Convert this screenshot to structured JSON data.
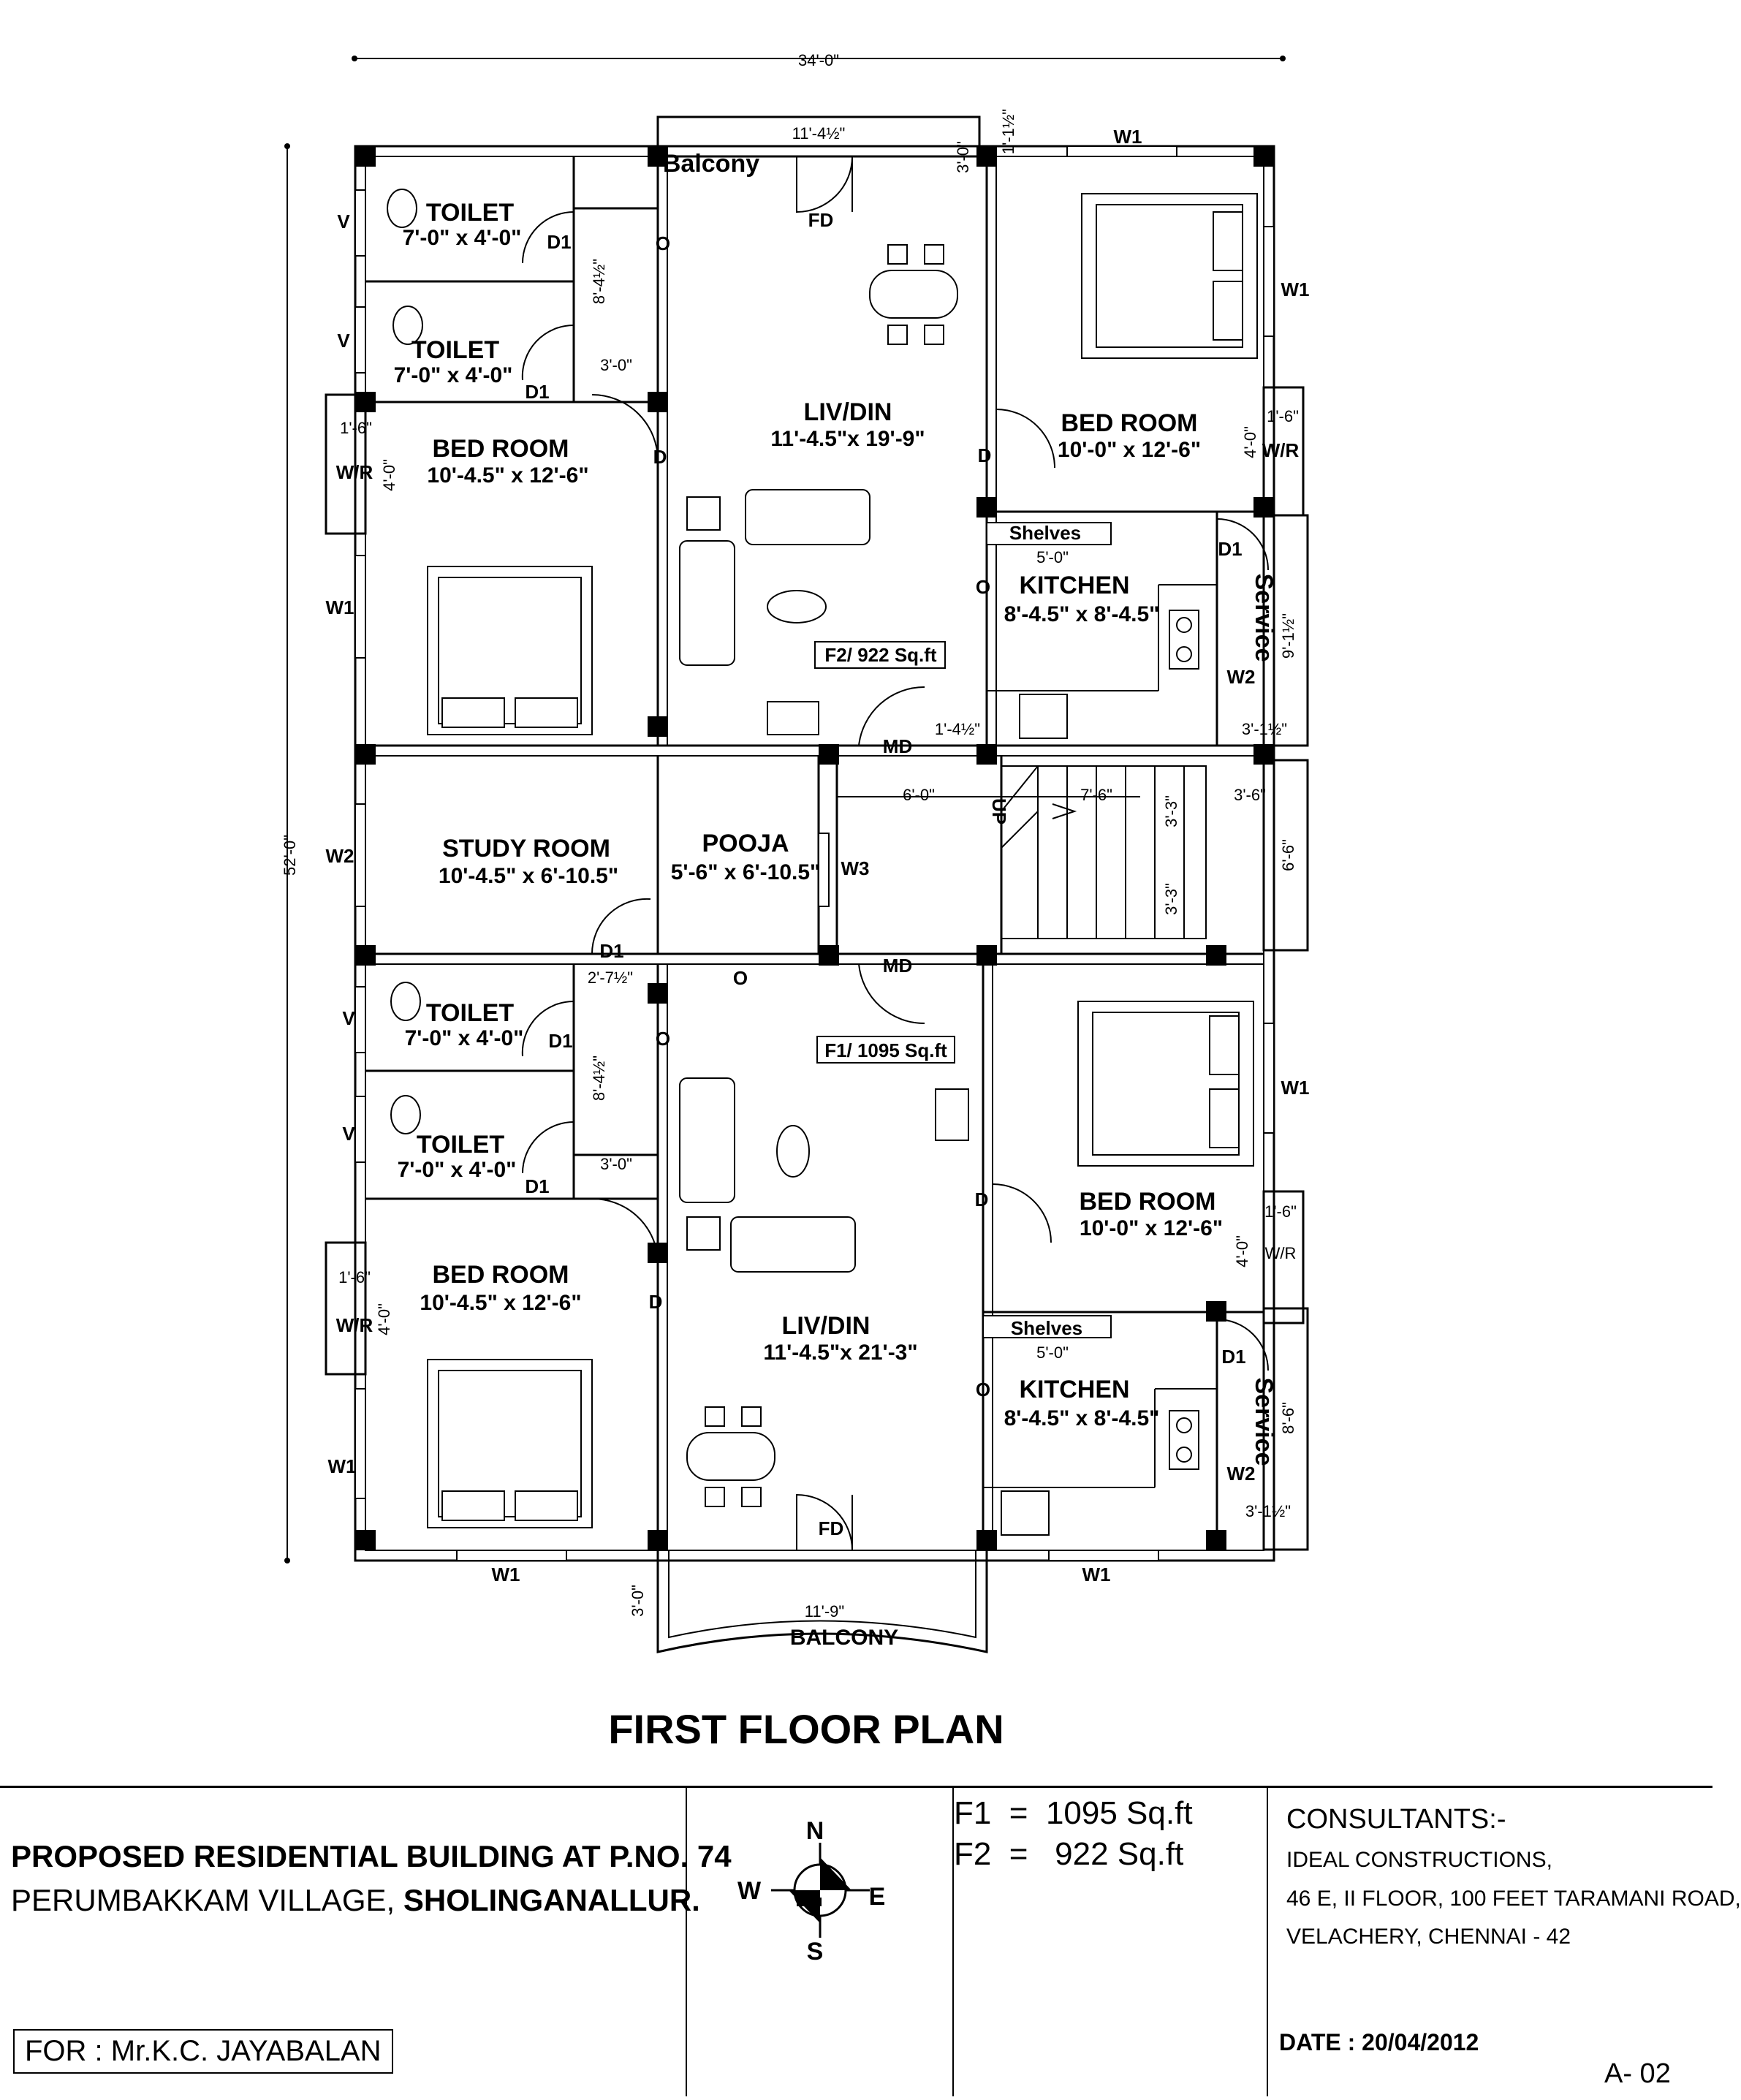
{
  "plan": {
    "title": "FIRST FLOOR PLAN",
    "overall_width": "34'-0\"",
    "overall_depth": "52'-0\"",
    "upper_unit": {
      "area": "F2/ 922 Sq.ft",
      "balcony": "Balcony",
      "balcony_width": "11'-4½\"",
      "balcony_depth": "3'-0\"",
      "offset": "1'-1½\"",
      "fd": "FD",
      "md": "MD",
      "liv_din": {
        "name": "LIV/DIN",
        "size": "11'-4.5\"x 19'-9\""
      },
      "bed_right": {
        "name": "BED ROOM",
        "size": "10'-0\" x 12'-6\""
      },
      "bed_left": {
        "name": "BED ROOM",
        "size": "10'-4.5\" x 12'-6\""
      },
      "toilet1": {
        "name": "TOILET",
        "size": "7'-0\" x 4'-0\""
      },
      "toilet2": {
        "name": "TOILET",
        "size": "7'-0\" x 4'-0\""
      },
      "kitchen": {
        "name": "KITCHEN",
        "size": "8'-4.5\" x 8'-4.5\""
      },
      "shelves": "Shelves",
      "shelves_dim": "5'-0\"",
      "service": "Service",
      "service_dim": "9'-1½\"",
      "service_w": "3'-1½\"",
      "passage_dim": "8'-4½\"",
      "passage_w": "3'-0\"",
      "md_dim": "1'-4½\"",
      "wr": "W/R",
      "wr_w": "1'-6\"",
      "wr_d": "4'-0\""
    },
    "middle": {
      "study": {
        "name": "STUDY ROOM",
        "size": "10'-4.5\" x 6'-10.5\""
      },
      "pooja": {
        "name": "POOJA",
        "size": "5'-6\" x 6'-10.5\""
      },
      "stair_w": "6'-0\"",
      "stair_run": "7'-6\"",
      "stair_right": "3'-6\"",
      "flight1": "3'-3\"",
      "flight2": "3'-3\"",
      "stair_depth": "6'-6\"",
      "up": "UP",
      "study_door_dim": "2'-7½\""
    },
    "lower_unit": {
      "area": "F1/ 1095 Sq.ft",
      "liv_din": {
        "name": "LIV/DIN",
        "size": "11'-4.5\"x 21'-3\""
      },
      "bed_right": {
        "name": "BED ROOM",
        "size": "10'-0\" x 12'-6\""
      },
      "bed_left": {
        "name": "BED ROOM",
        "size": "10'-4.5\" x 12'-6\""
      },
      "toilet1": {
        "name": "TOILET",
        "size": "7'-0\" x 4'-0\""
      },
      "toilet2": {
        "name": "TOILET",
        "size": "7'-0\" x 4'-0\""
      },
      "kitchen": {
        "name": "KITCHEN",
        "size": "8'-4.5\" x 8'-4.5\""
      },
      "shelves": "Shelves",
      "shelves_dim": "5'-0\"",
      "service": "Service",
      "service_dim": "8'-6\"",
      "service_w": "3'-1½\"",
      "passage_dim": "8'-4½\"",
      "passage_w": "3'-0\"",
      "balcony": "BALCONY",
      "balcony_width": "11'-9\"",
      "balcony_depth": "3'-0\"",
      "fd": "FD",
      "md": "MD",
      "wr": "W/R",
      "wr_w": "1'-6\"",
      "wr_d": "4'-0\""
    },
    "tags": {
      "w1": "W1",
      "w2": "W2",
      "w3": "W3",
      "v": "V",
      "d": "D",
      "d1": "D1",
      "o": "O"
    }
  },
  "title_block": {
    "project_line1": "PROPOSED RESIDENTIAL BUILDING  AT P.NO. 74",
    "project_line2_a": "PERUMBAKKAM VILLAGE,",
    "project_line2_b": "SHOLINGANALLUR.",
    "for": "FOR : Mr.K.C. JAYABALAN",
    "compass": {
      "n": "N",
      "s": "S",
      "e": "E",
      "w": "W"
    },
    "area_f1": "F1  =  1095 Sq.ft",
    "area_f2": "F2  =   922 Sq.ft",
    "consultants_label": "CONSULTANTS:-",
    "consultant_name": "IDEAL CONSTRUCTIONS,",
    "consultant_addr1": "46 E, II FLOOR, 100 FEET TARAMANI ROAD,",
    "consultant_addr2": "VELACHERY, CHENNAI - 42",
    "date": "DATE : 20/04/2012",
    "sheet": "A- 02"
  }
}
